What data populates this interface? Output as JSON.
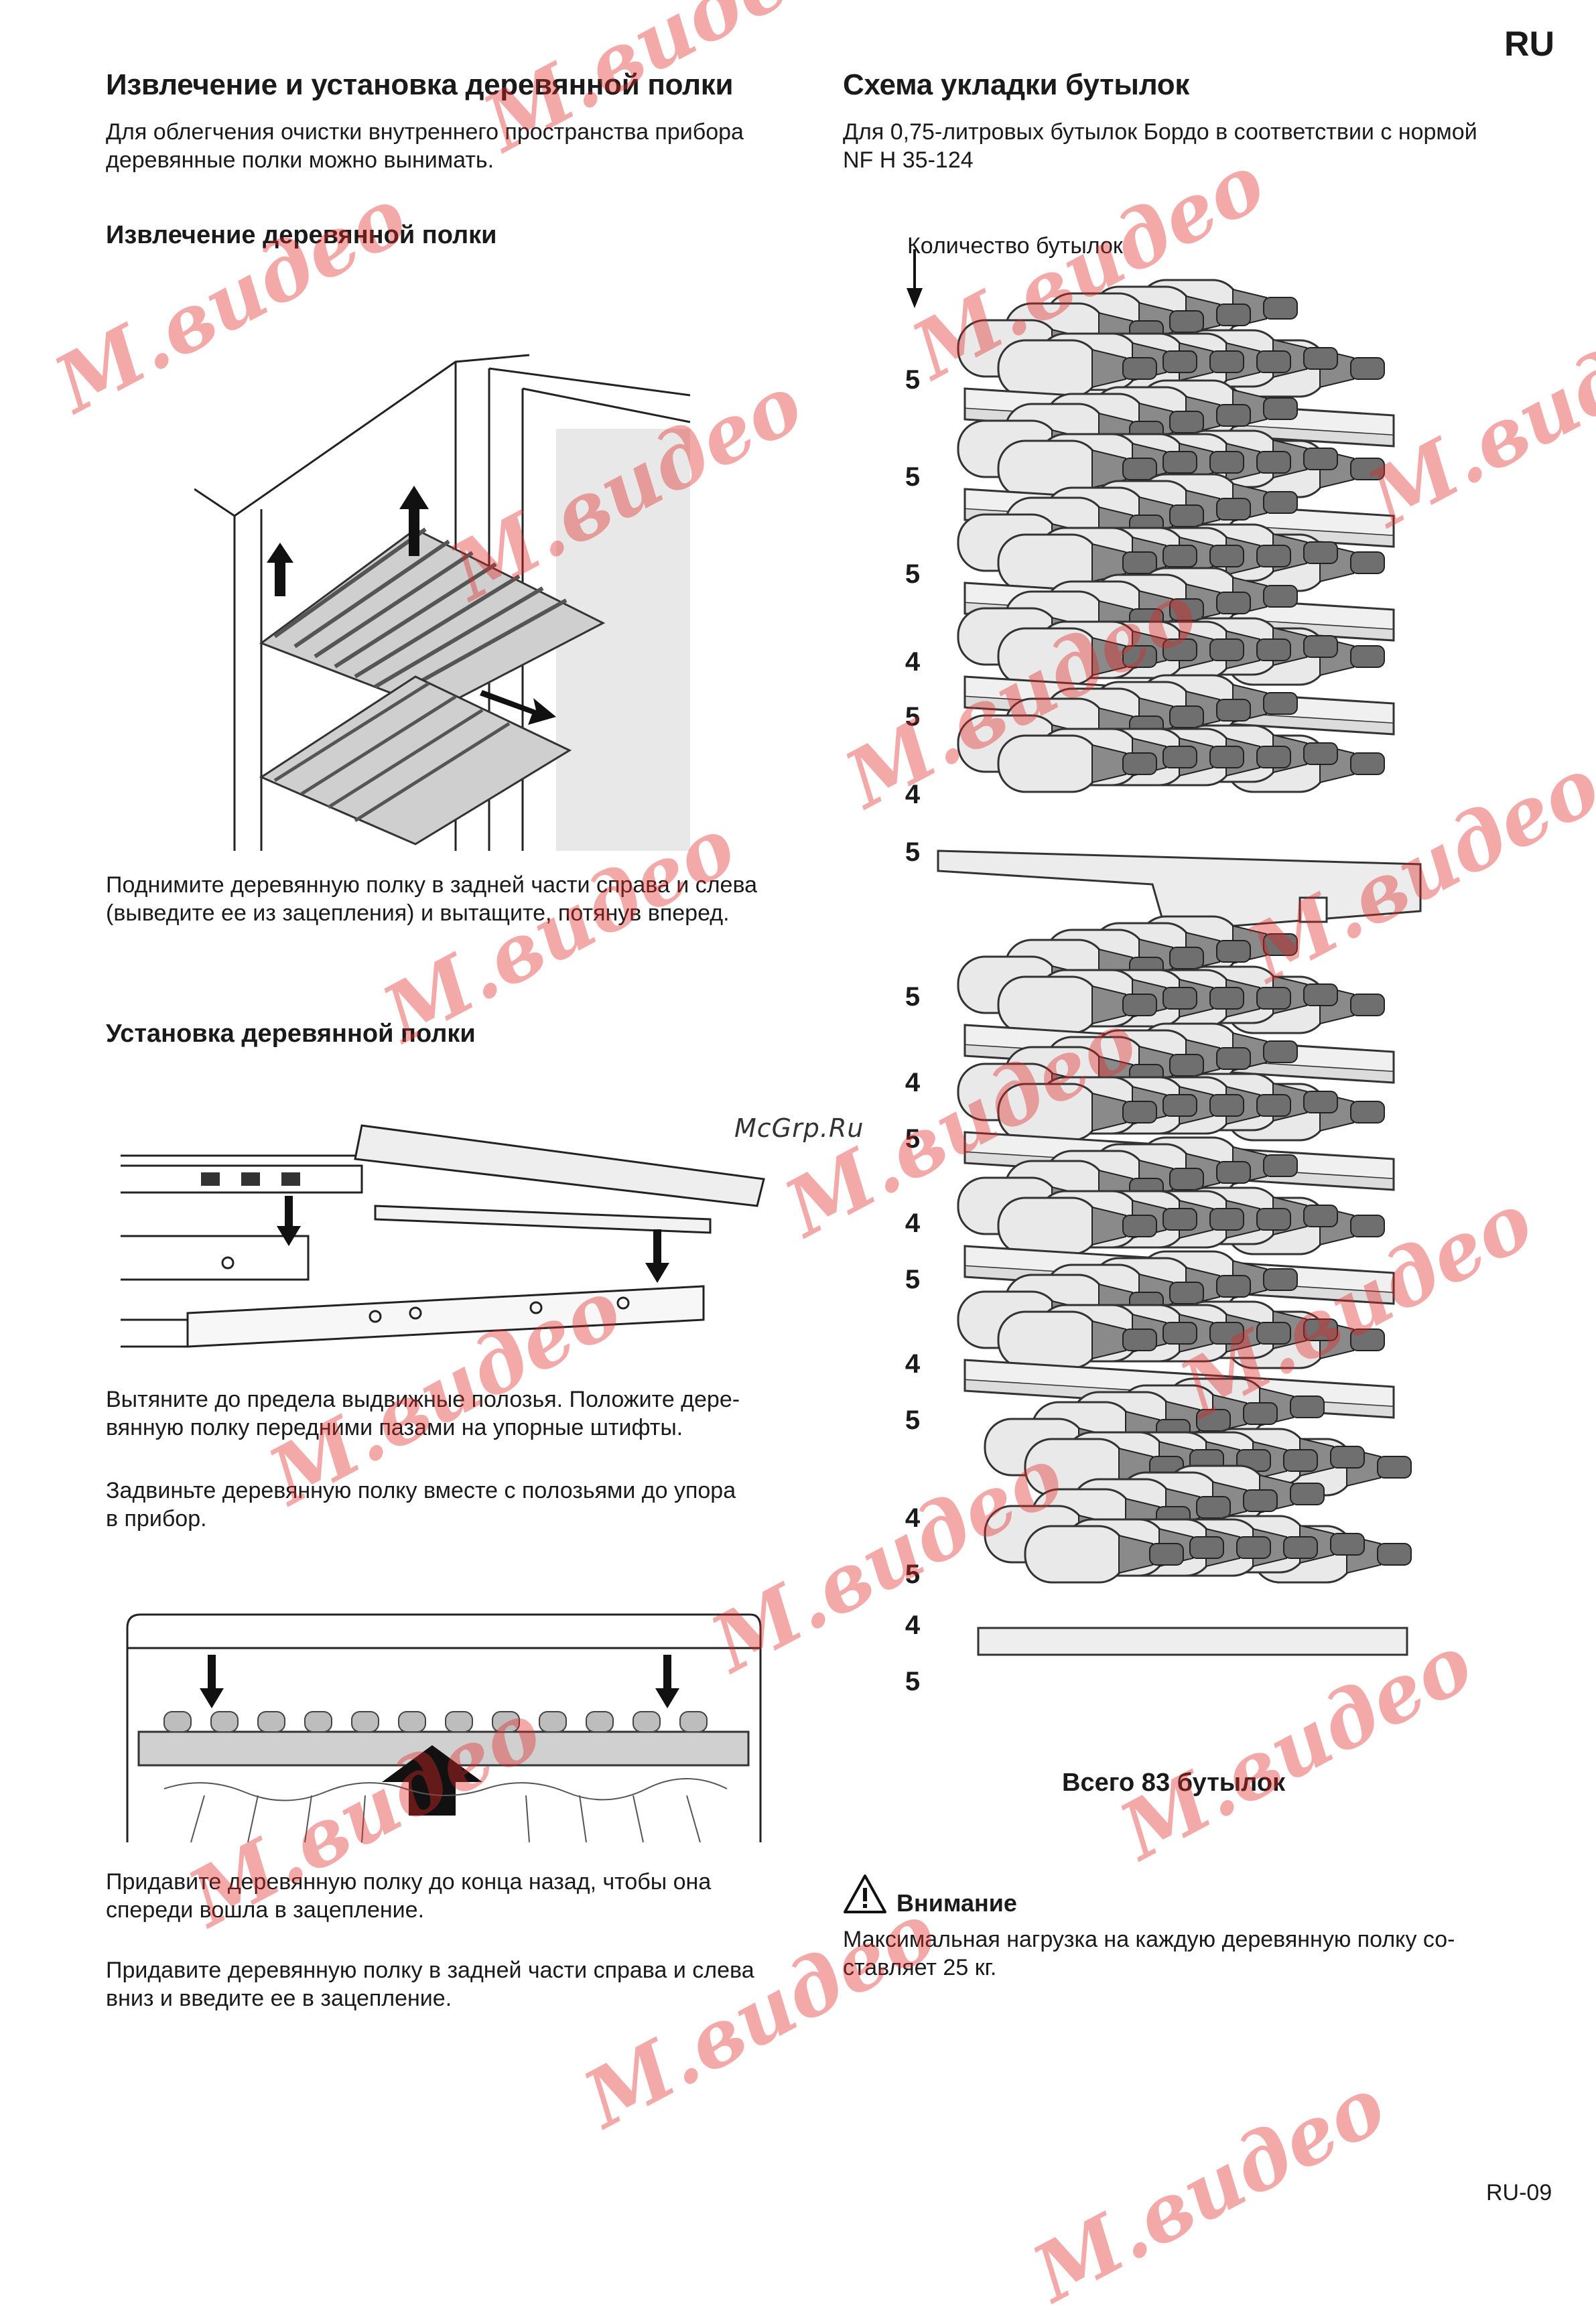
{
  "lang": "RU",
  "page_number": "RU-09",
  "watermark_text": "М.видео",
  "site_watermark": "McGrp.Ru",
  "left": {
    "title": "Извлечение и установка деревянной полки",
    "intro_line1": "Для облегчения очистки внутреннего пространства прибора",
    "intro_line2": "деревянные полки можно вынимать.",
    "removal": {
      "heading": "Извлечение деревянной полки",
      "text_line1": "Поднимите деревянную полку в задней части справа и слева",
      "text_line2": "(выведите ее из зацепления) и вытащите, потянув вперед."
    },
    "install": {
      "heading": "Установка деревянной полки",
      "step1_line1": "Вытяните до предела выдвижные полозья. Положите дере-",
      "step1_line2": "вянную полку передними пазами на упорные штифты.",
      "step2_line1": "Задвиньте деревянную полку вместе с полозьями до упора",
      "step2_line2": "в прибор.",
      "step3_line1": "Придавите деревянную полку до конца назад, чтобы она",
      "step3_line2": "спереди вошла в зацепление.",
      "step4_line1": "Придавите деревянную полку в задней части справа и слева",
      "step4_line2": "вниз и введите ее в зацепление."
    }
  },
  "right": {
    "title": "Схема укладки бутылок",
    "intro_line1": "Для 0,75-литровых бутылок Бордо в соответствии с нормой",
    "intro_line2": "NF H 35-124",
    "diagram_label": "Количество бутылок",
    "row_counts": [
      "5",
      "5",
      "5",
      "4",
      "5",
      "4",
      "5",
      "5",
      "4",
      "5",
      "4",
      "5",
      "4",
      "5",
      "4",
      "5",
      "4",
      "5"
    ],
    "total": "Всего 83 бутылок",
    "warning": {
      "title": "Внимание",
      "text_line1": "Максимальная нагрузка на каждую деревянную полку со-",
      "text_line2": "ставляет 25 кг."
    }
  }
}
